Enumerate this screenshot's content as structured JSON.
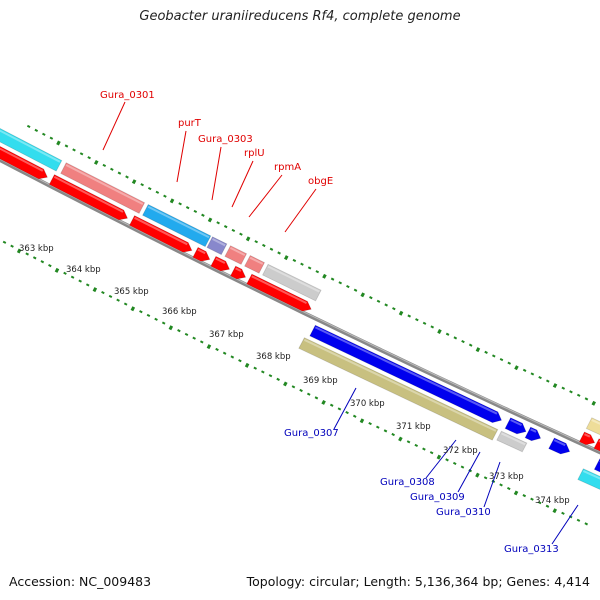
{
  "title": "Geobacter uraniireducens Rf4, complete genome",
  "accession": "Accession: NC_009483",
  "topology": "Topology: circular; Length: 5,136,364 bp; Genes: 4,414",
  "colors": {
    "forward_label": "#e00000",
    "reverse_label": "#0000bb",
    "cds_forward": "#ff0000",
    "cds_reverse": "#0000ee",
    "cyan_feature": "#33ddee",
    "light_blue_feature": "#22aaee",
    "pink_feature": "#f08080",
    "gray_feature": "#cccccc",
    "khaki_feature": "#c8c080",
    "backbone": "#888888",
    "tick_dots": "#228822"
  },
  "ticks": [
    {
      "label": "363 kbp"
    },
    {
      "label": "364 kbp"
    },
    {
      "label": "365 kbp"
    },
    {
      "label": "366 kbp"
    },
    {
      "label": "367 kbp"
    },
    {
      "label": "368 kbp"
    },
    {
      "label": "369 kbp"
    },
    {
      "label": "370 kbp"
    },
    {
      "label": "371 kbp"
    },
    {
      "label": "372 kbp"
    },
    {
      "label": "373 kbp"
    },
    {
      "label": "374 kbp"
    }
  ],
  "forward_genes": [
    {
      "name": "Gura_0301"
    },
    {
      "name": "purT"
    },
    {
      "name": "Gura_0303"
    },
    {
      "name": "rplU"
    },
    {
      "name": "rpmA"
    },
    {
      "name": "obgE"
    }
  ],
  "reverse_genes": [
    {
      "name": "Gura_0307"
    },
    {
      "name": "Gura_0308"
    },
    {
      "name": "Gura_0309"
    },
    {
      "name": "Gura_0310"
    },
    {
      "name": "Gura_0313"
    }
  ]
}
